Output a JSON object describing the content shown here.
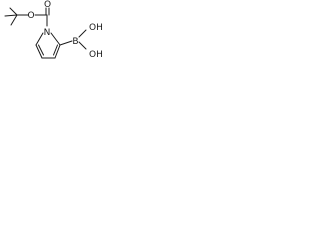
{
  "molecule": {
    "atoms": {
      "carbonyl_oxygen": "O",
      "ester_oxygen": "O",
      "ring_nitrogen": "N",
      "boron": "B",
      "hydroxyl_top": "OH",
      "hydroxyl_bottom": "OH"
    },
    "colors": {
      "ink": "#1a1a1a",
      "background": "#ffffff"
    }
  }
}
